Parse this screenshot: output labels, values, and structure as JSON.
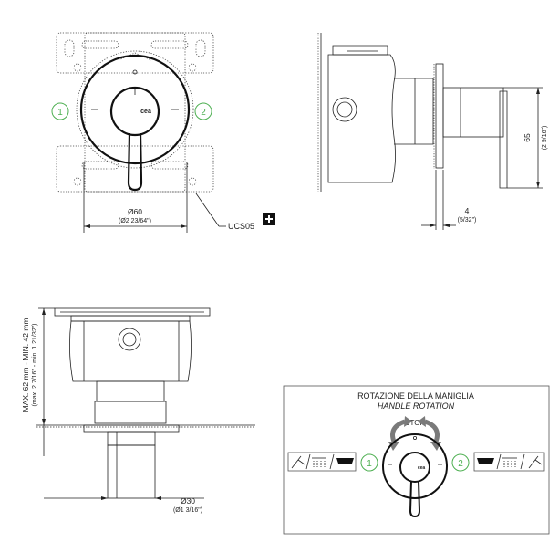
{
  "front_view": {
    "diameter_label": "Ø60",
    "diameter_inch": "(Ø2 23/64\")",
    "position_1": "1",
    "position_2": "2",
    "handle_logo": "cea",
    "accessory_code": "UCS05",
    "accessory_icon": "plus-icon"
  },
  "side_view": {
    "height_label": "65",
    "height_inch": "(2 9/16\")",
    "projection_label": "4",
    "projection_inch": "(5/32\")"
  },
  "section_view": {
    "depth_label": "MAX. 62 mm - MIN. 42 mm",
    "depth_inch": "(max. 2 7/16\" - min. 1 21/32\")",
    "diameter_label": "Ø30",
    "diameter_inch": "(Ø1 3/16\")"
  },
  "rotation_panel": {
    "title": "ROTAZIONE DELLA MANIGLIA",
    "subtitle": "HANDLE ROTATION",
    "stop_label": "STOP",
    "position_1": "1",
    "position_2": "2",
    "left_icons": [
      "shower-head-icon",
      "overhead-shower-icon",
      "spout-icon"
    ],
    "right_icons": [
      "spout-icon",
      "overhead-shower-icon",
      "shower-head-icon"
    ],
    "accent_color": "#4caf50",
    "arrow_color": "#7a7a7a"
  }
}
